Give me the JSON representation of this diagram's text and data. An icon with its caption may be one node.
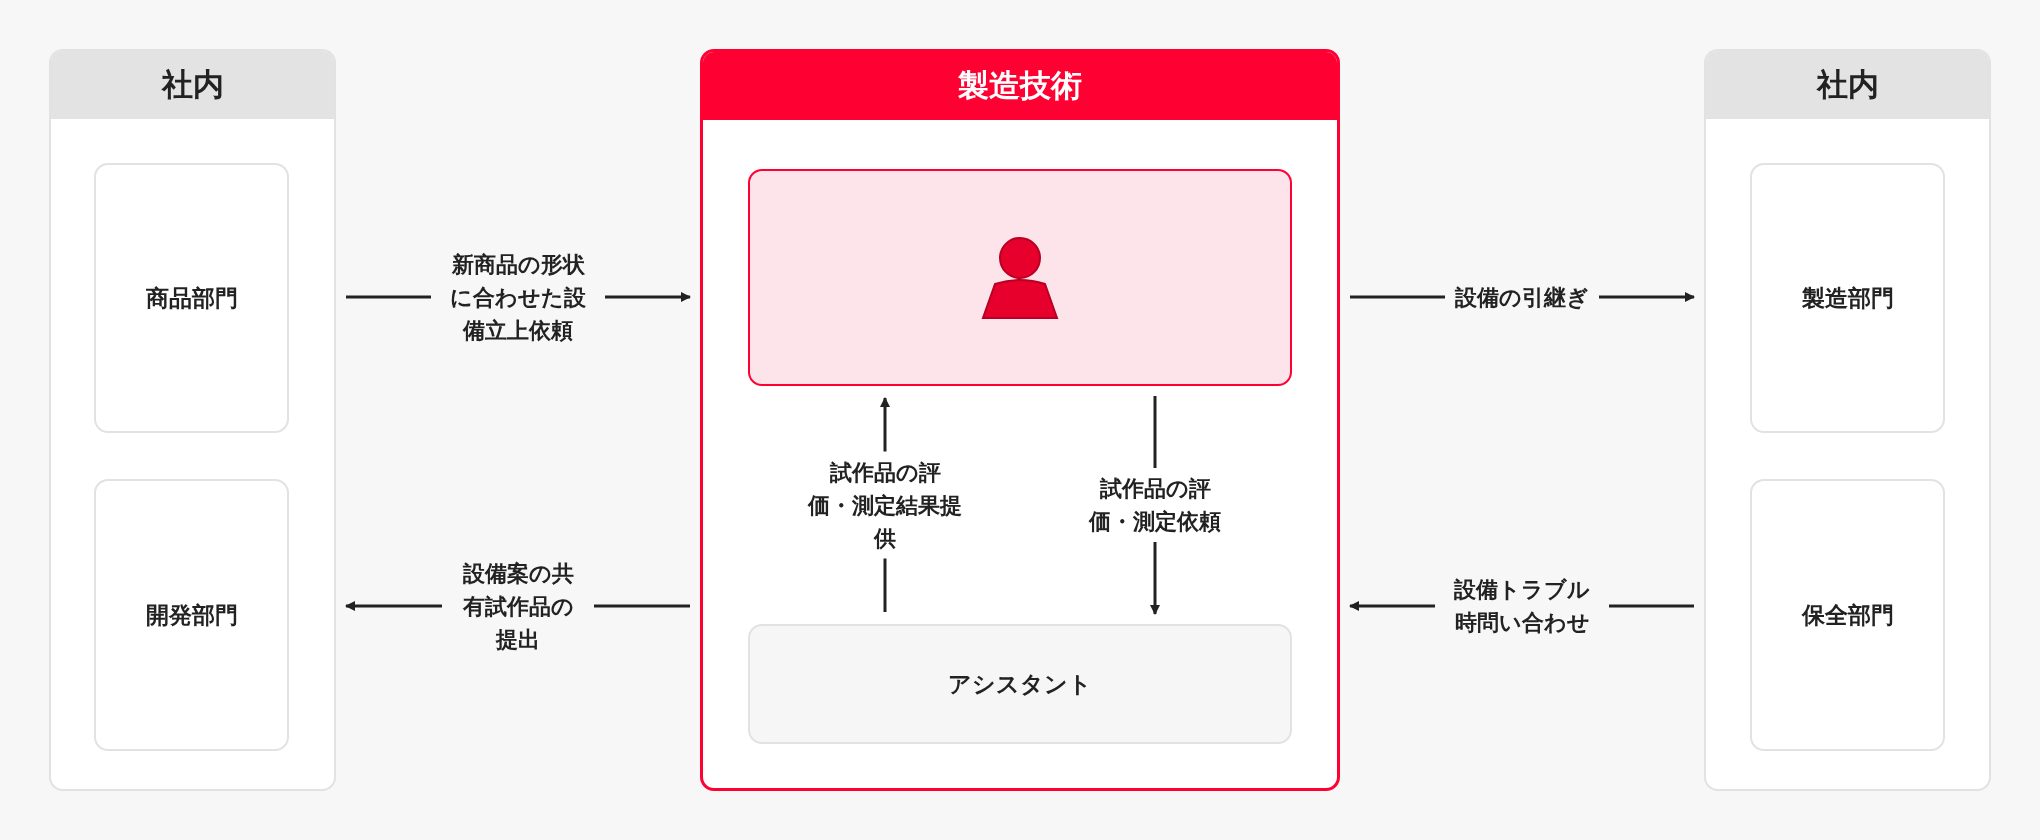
{
  "diagram": {
    "nodes": [
      {
        "text": [
          "社内"
        ]
      },
      {
        "text": [
          "商品部門"
        ],
        "in": 0
      },
      {
        "text": [
          "開発部門"
        ],
        "in": 0
      },
      {
        "text": [
          "製造技術"
        ]
      },
      {
        "text": [],
        "shape": "person",
        "in": 3
      },
      {
        "text": [
          "アシスタント"
        ],
        "in": 3
      },
      {
        "text": [
          "社内"
        ]
      },
      {
        "text": [
          "製造部門"
        ],
        "in": 6
      },
      {
        "text": [
          "保全部門"
        ],
        "in": 6
      }
    ],
    "edges": [
      {
        "from": 1,
        "to": 3,
        "arrow": "to",
        "label": "新商品の形状に合わせた設備立上依頼"
      },
      {
        "from": 3,
        "to": 2,
        "arrow": "to",
        "label": "設備案の共有試作品の提出"
      },
      {
        "from": 3,
        "to": 7,
        "arrow": "to",
        "label": "設備の引継ぎ"
      },
      {
        "from": 8,
        "to": 3,
        "arrow": "to",
        "label": "設備トラブル時問い合わせ"
      },
      {
        "from": 5,
        "to": 4,
        "arrow": "to",
        "label": "試作品の評価・測定結果提供"
      },
      {
        "from": 4,
        "to": 5,
        "arrow": "to",
        "label": "試作品の評価・測定依頼"
      }
    ]
  }
}
